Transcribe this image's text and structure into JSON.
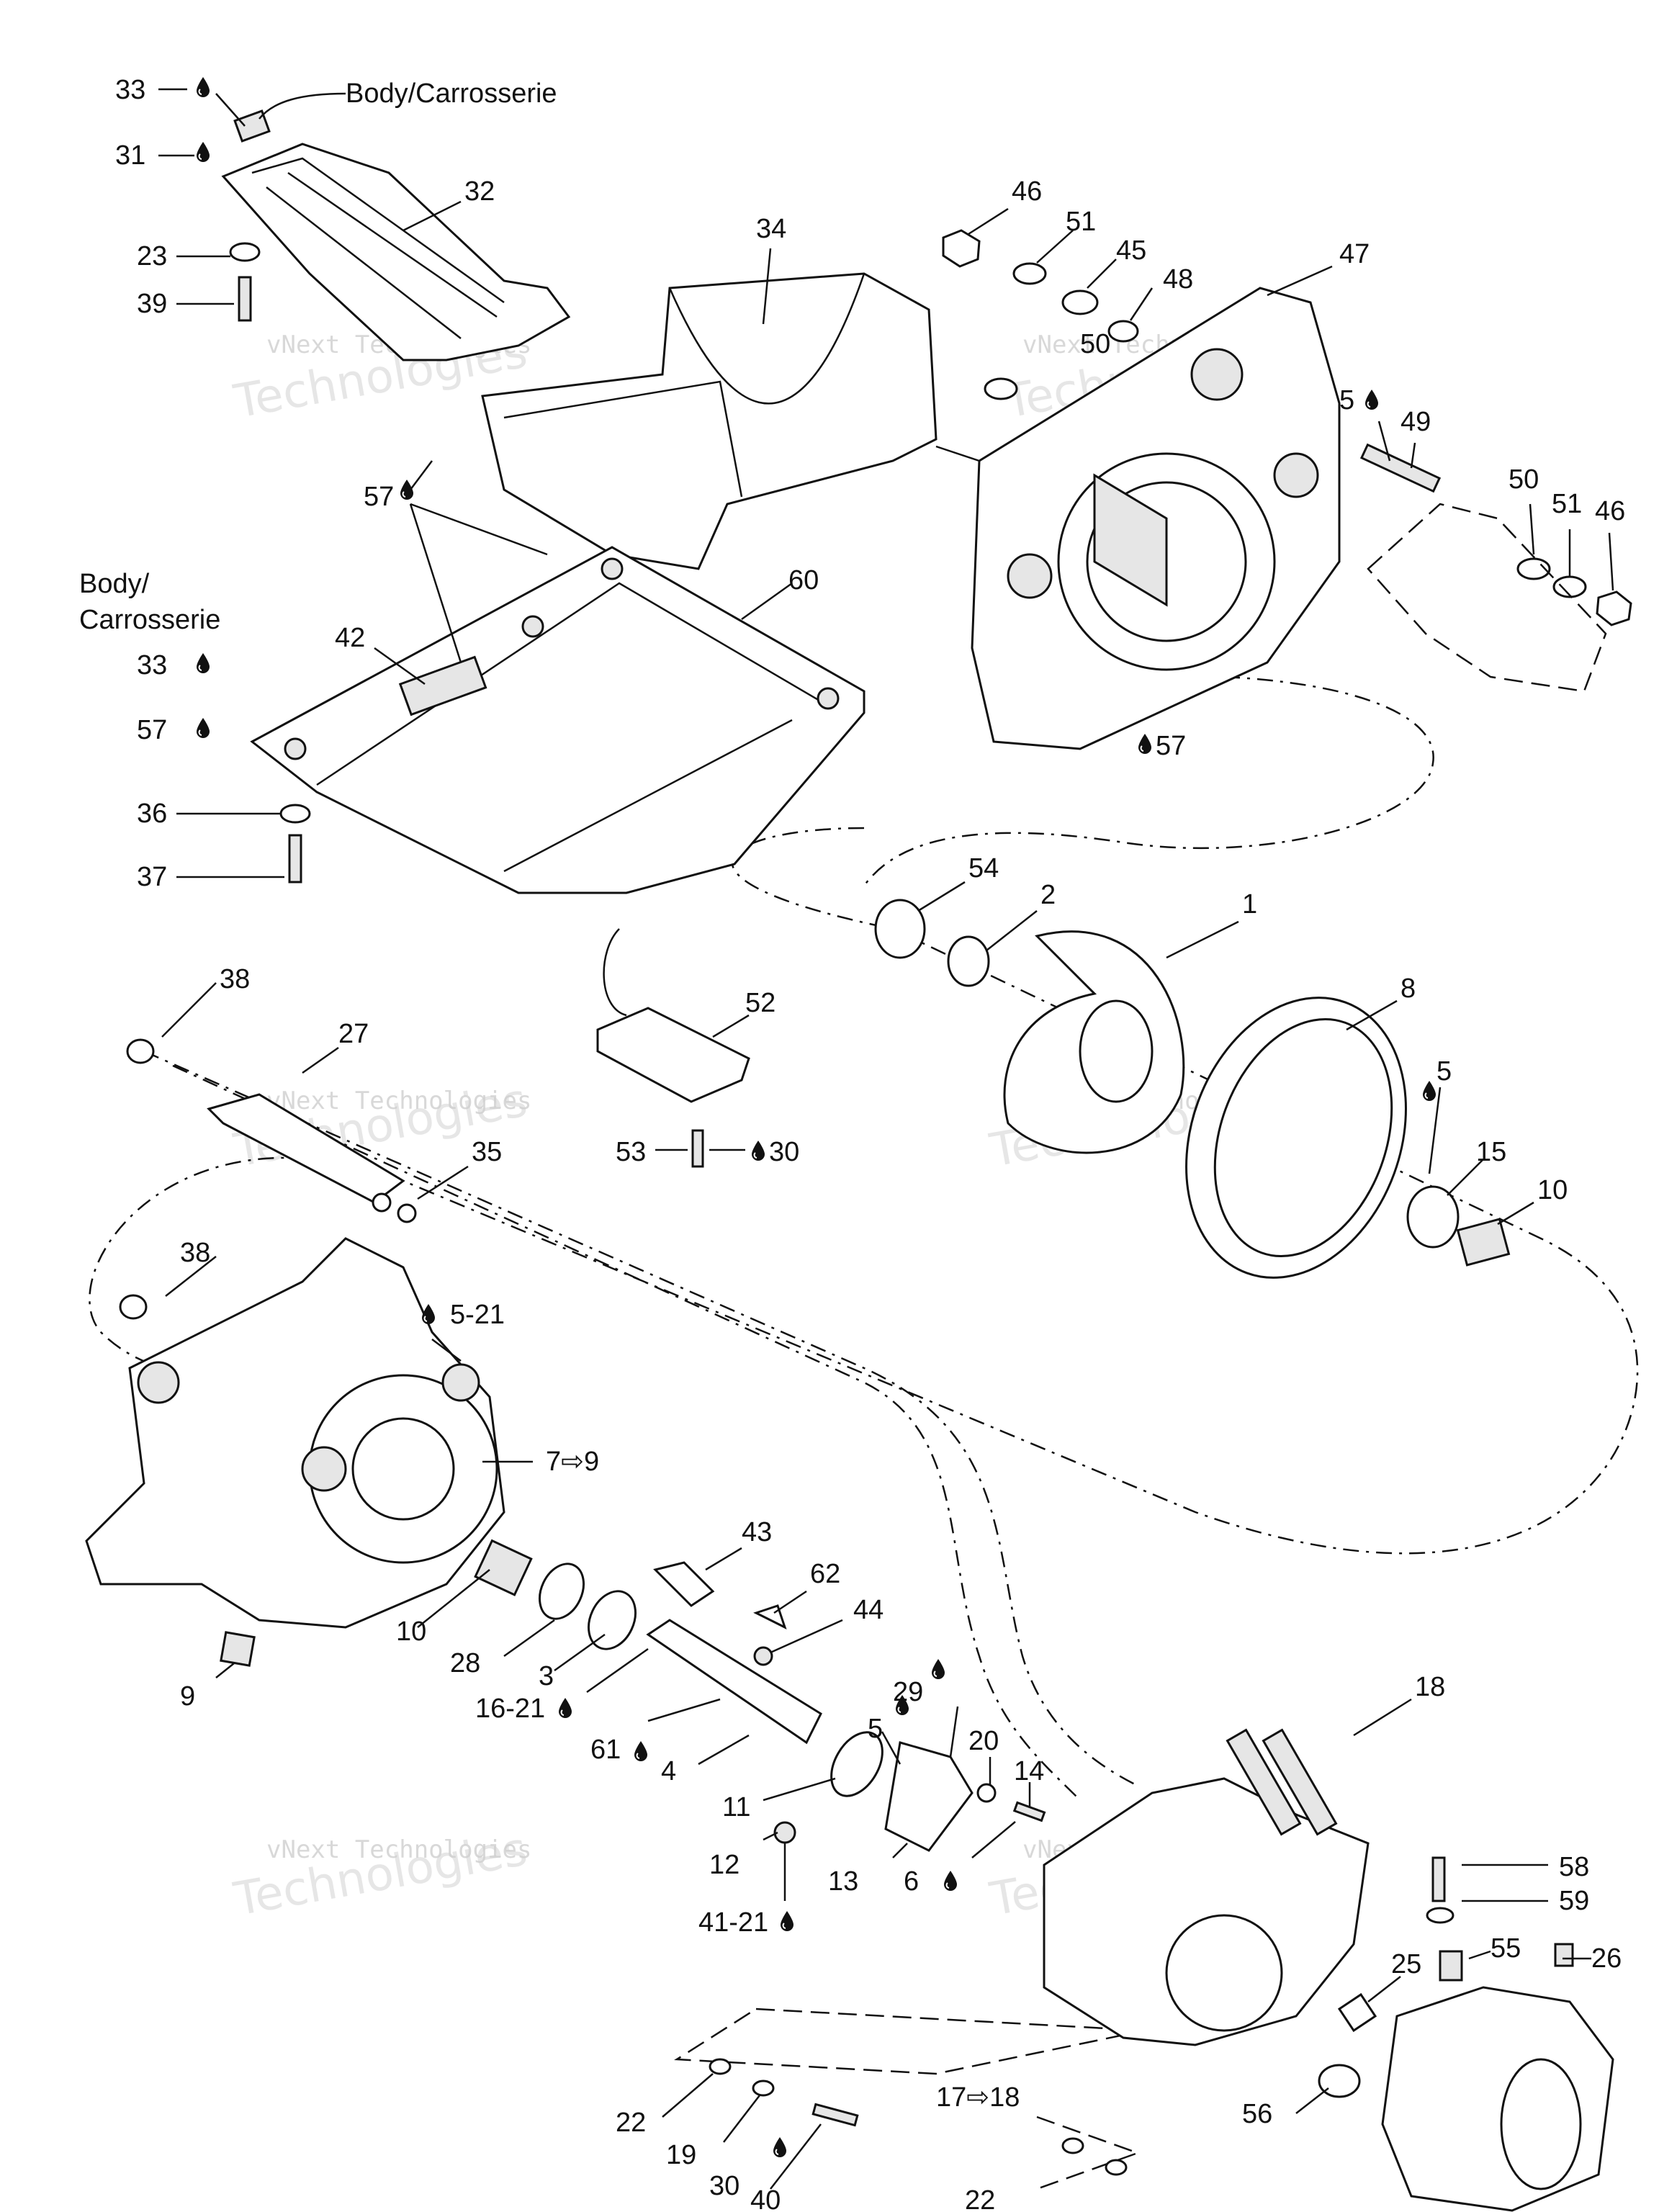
{
  "watermark": {
    "line1": "vNext Technologies",
    "line2": "Technologies",
    "line3": "vNext"
  },
  "labels": {
    "body_carrosserie_top": "Body/Carrosserie",
    "body_left_1": "Body/",
    "body_left_2": "Carrosserie",
    "c33a": "33",
    "c31": "31",
    "c32": "32",
    "c23": "23",
    "c39": "39",
    "c34": "34",
    "c46a": "46",
    "c51a": "51",
    "c45": "45",
    "c48": "48",
    "c47": "47",
    "c5a": "5",
    "c49": "49",
    "c50a": "50",
    "c50b": "50",
    "c51b": "51",
    "c46b": "46",
    "c57a": "57",
    "c57b": "57",
    "c57c": "57",
    "c60": "60",
    "c42": "42",
    "c33b": "33",
    "c36": "36",
    "c37": "37",
    "c54": "54",
    "c2a": "2",
    "c1": "1",
    "c8": "8",
    "c52": "52",
    "c53": "53",
    "c30a": "30",
    "c38a": "38",
    "c27": "27",
    "c35": "35",
    "c5b": "5",
    "c15": "15",
    "c10a": "10",
    "c38b": "38",
    "c5_21": "5-21",
    "c7_9": "7⇨9",
    "c43": "43",
    "c62": "62",
    "c44": "44",
    "c10b": "10",
    "c28": "28",
    "c3": "3",
    "c16_21": "16-21",
    "c9": "9",
    "c29": "29",
    "c5c": "5",
    "c61": "61",
    "c4": "4",
    "c20": "20",
    "c14": "14",
    "c11": "11",
    "c12": "12",
    "c13": "13",
    "c6": "6",
    "c41_21": "41-21",
    "c18a": "18",
    "c58": "58",
    "c59": "59",
    "c25": "25",
    "c55": "55",
    "c26": "26",
    "c22a": "22",
    "c19": "19",
    "c30b": "30",
    "c40": "40",
    "c17_18": "17⇨18",
    "c56": "56",
    "c22b": "22"
  }
}
